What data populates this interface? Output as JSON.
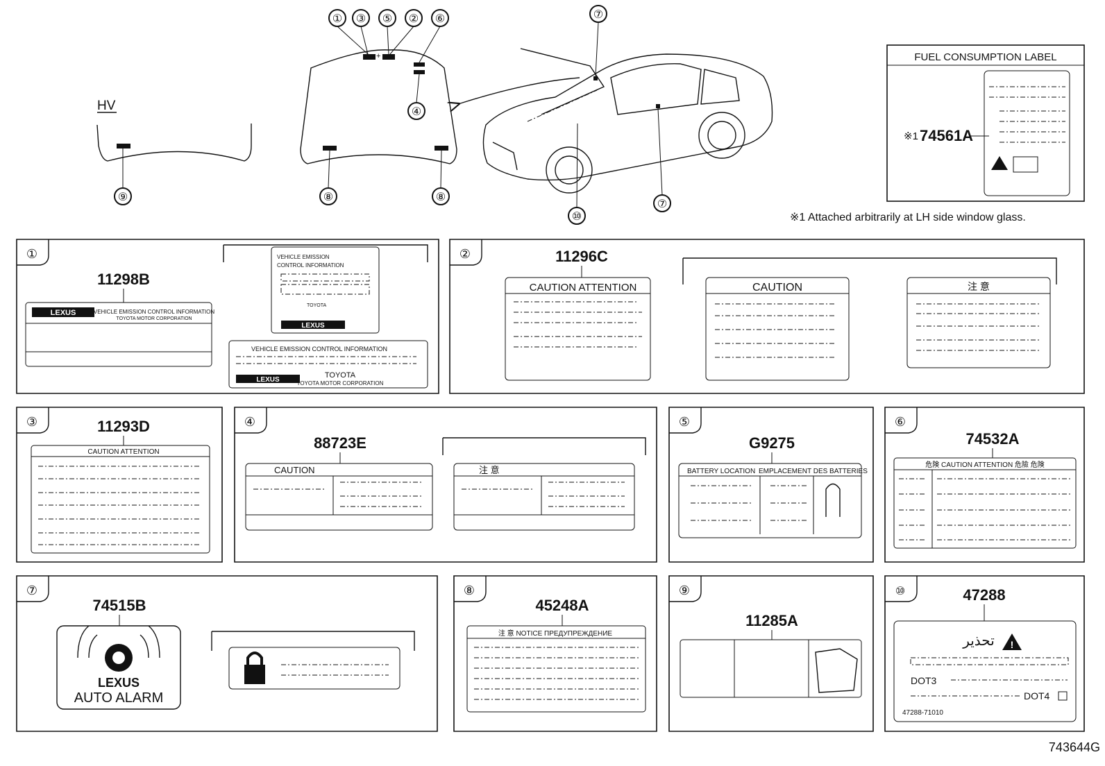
{
  "overview": {
    "hv_label": "HV",
    "top_callouts": [
      "①",
      "③",
      "⑤",
      "②",
      "⑥",
      "④"
    ],
    "car_callouts": [
      "⑦",
      "⑦",
      "⑩"
    ],
    "hood_callouts": [
      "⑨",
      "⑧",
      "⑧"
    ]
  },
  "fuel_label": {
    "title": "FUEL CONSUMPTION LABEL",
    "mark": "※1",
    "part": "74561A",
    "note": "※1  Attached arbitrarily at LH side window glass."
  },
  "panels": [
    {
      "num": "①",
      "part": "11298B",
      "texts": {
        "vehicle_emission": "VEHICLE EMISSION",
        "control_info": "CONTROL INFORMATION",
        "toyota": "TOYOTA",
        "toyota_corp": "TOYOTA MOTOR CORPORATION",
        "vehicle_emission_control": "VEHICLE EMISSION CONTROL INFORMATION",
        "logo": "LEXUS"
      }
    },
    {
      "num": "②",
      "part": "11296C",
      "texts": {
        "caution_attention": "CAUTION   ATTENTION",
        "caution": "CAUTION",
        "chinese": "注  意"
      }
    },
    {
      "num": "③",
      "part": "11293D",
      "texts": {
        "header": "CAUTION  ATTENTION"
      }
    },
    {
      "num": "④",
      "part": "88723E",
      "texts": {
        "caution": "CAUTION",
        "chinese": "注  意"
      }
    },
    {
      "num": "⑤",
      "part": "G9275",
      "texts": {
        "battery_location": "BATTERY LOCATION",
        "emplacement": "EMPLACEMENT DES BATTERIES"
      }
    },
    {
      "num": "⑥",
      "part": "74532A",
      "texts": {
        "header": "危険  CAUTION  ATTENTION  危險  危険"
      }
    },
    {
      "num": "⑦",
      "part": "74515B",
      "texts": {
        "logo": "LEXUS",
        "auto_alarm": "AUTO ALARM"
      }
    },
    {
      "num": "⑧",
      "part": "45248A",
      "texts": {
        "header": "注  意    NOTICE    ПРЕДУПРЕЖДЕНИЕ"
      }
    },
    {
      "num": "⑨",
      "part": "11285A",
      "texts": {}
    },
    {
      "num": "⑩",
      "part": "47288",
      "texts": {
        "arabic": "تحذير",
        "dot3": "DOT3",
        "dot4": "DOT4",
        "code": "47288-71010"
      }
    }
  ],
  "figure_id": "743644G"
}
